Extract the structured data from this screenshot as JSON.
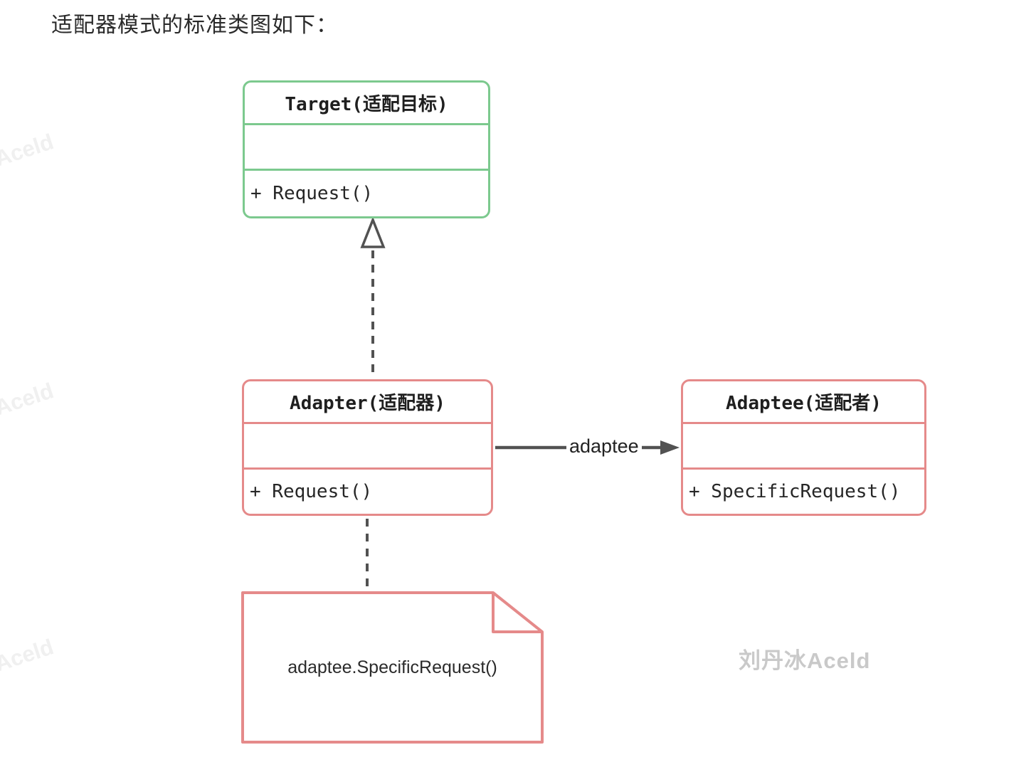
{
  "page": {
    "title": "适配器模式的标准类图如下："
  },
  "diagram": {
    "classes": [
      {
        "name": "Target(适配目标)",
        "method": "+ Request()"
      },
      {
        "name": "Adapter(适配器)",
        "method": "+ Request()"
      },
      {
        "name": "Adaptee(适配者)",
        "method": "+ SpecificRequest()"
      }
    ],
    "note": {
      "text": "adaptee.SpecificRequest()"
    },
    "association_label": "adaptee"
  },
  "watermark": {
    "main": "刘丹冰Aceld",
    "faint": "刘丹冰Aceld"
  },
  "colors": {
    "target_border": "#7cc98e",
    "adapter_border": "#e58a8a",
    "connector": "#525252",
    "watermark_main": "#c9c9c9",
    "watermark_faint": "#f0f0f0"
  }
}
